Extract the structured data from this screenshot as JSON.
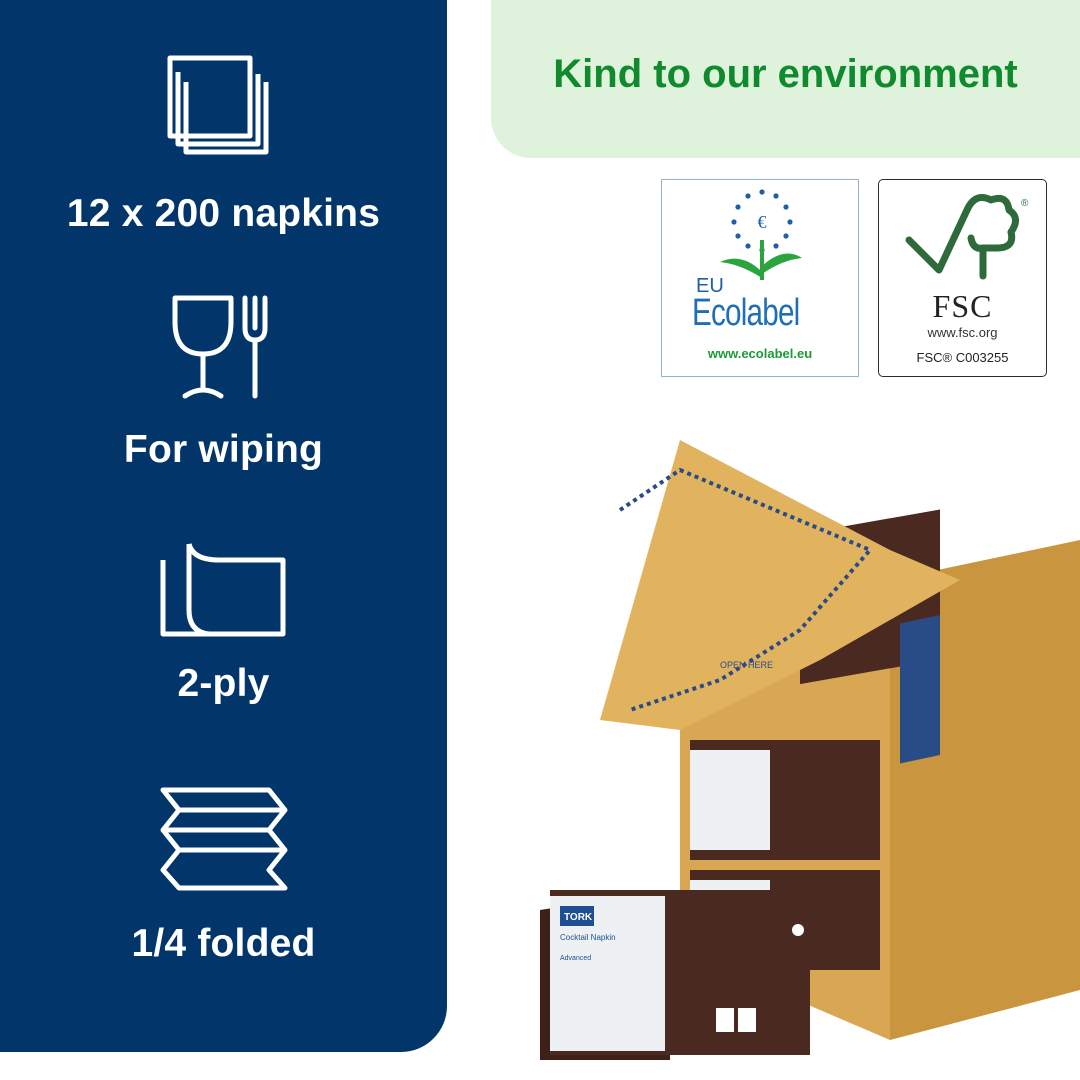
{
  "features": [
    {
      "icon": "stacked-napkins-icon",
      "label": "12 x 200 napkins"
    },
    {
      "icon": "glass-fork-icon",
      "label": "For wiping"
    },
    {
      "icon": "two-ply-sheet-icon",
      "label": "2-ply"
    },
    {
      "icon": "quarter-fold-icon",
      "label": "1/4 folded"
    }
  ],
  "banner": {
    "title": "Kind to our environment"
  },
  "certifications": {
    "ecolabel": {
      "prefix": "EU",
      "name": "Ecolabel",
      "url": "www.ecolabel.eu"
    },
    "fsc": {
      "name": "FSC",
      "url": "www.fsc.org",
      "code": "FSC® C003255"
    }
  },
  "product": {
    "brand": "TORK",
    "product_name": "Cocktail Napkin",
    "range": "Advanced",
    "box_print": "OPEN HERE"
  },
  "colors": {
    "panel": "#02356a",
    "banner_bg": "#dff2dc",
    "banner_text": "#0f8a2c",
    "carton": "#d9a754",
    "napkin": "#4a2a20"
  }
}
